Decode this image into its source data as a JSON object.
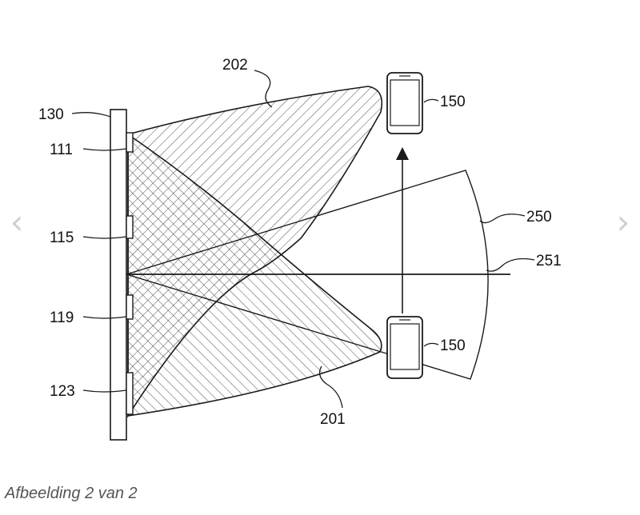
{
  "gallery": {
    "caption": "Afbeelding 2 van 2",
    "prev_icon": "chevron-left-icon",
    "next_icon": "chevron-right-icon"
  },
  "figure": {
    "labels": {
      "l130": "130",
      "l111": "111",
      "l115": "115",
      "l119": "119",
      "l123": "123",
      "l202": "202",
      "l201": "201",
      "l250": "250",
      "l251": "251",
      "l150_top": "150",
      "l150_bottom": "150"
    },
    "colors": {
      "line": "#1a1a1a",
      "hatch": "#3a3a3a",
      "background": "#ffffff"
    }
  }
}
